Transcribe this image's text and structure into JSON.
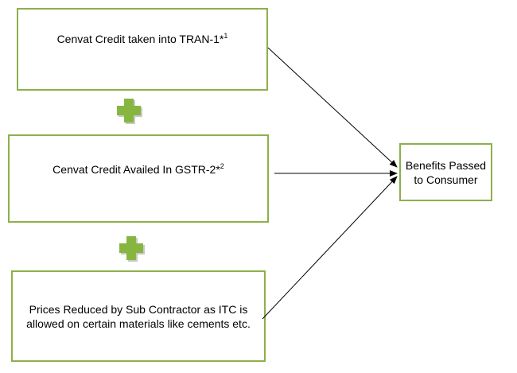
{
  "boxes": {
    "tran1": {
      "text": "Cenvat Credit taken into TRAN-1*",
      "sup": "1"
    },
    "gstr2": {
      "text": "Cenvat Credit Availed In GSTR-2*",
      "sup": "2"
    },
    "prices": {
      "text": "Prices Reduced by Sub Contractor as ITC is allowed on certain materials like cements etc."
    },
    "benefits": {
      "text": "Benefits Passed to Consumer"
    }
  },
  "colors": {
    "box_border": "#8DB04A",
    "plus_fill": "#86B63F",
    "plus_shadow": "#C8C8C8",
    "arrow": "#000000"
  },
  "icons": [
    "plus-icon",
    "plus-icon"
  ]
}
